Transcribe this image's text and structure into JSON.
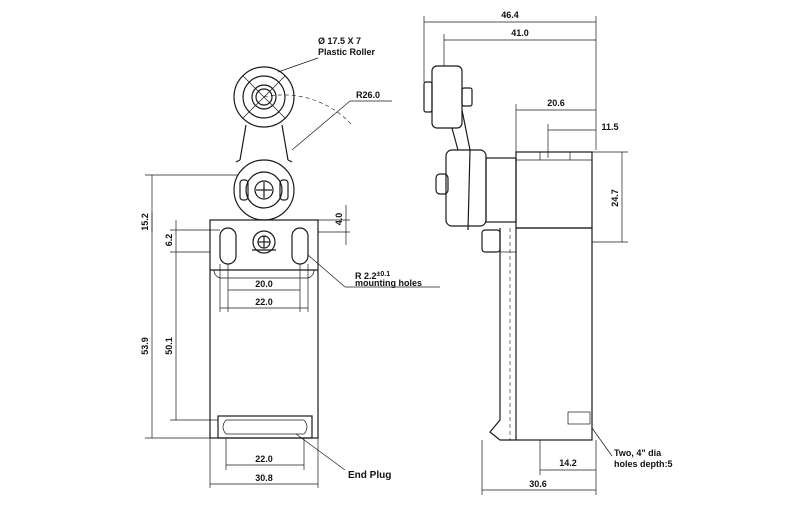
{
  "front_view": {
    "roller_label": "Ø  17.5 X 7",
    "roller_sub": "Plastic Roller",
    "arm_radius": "R26.0",
    "dim_height_upper": "15.2",
    "dim_hole_offset": "6.2",
    "dim_small": "4.0",
    "dim_holes_inner": "20.0",
    "dim_holes_outer": "22.0",
    "dim_body_height": "53.9",
    "dim_body_lower": "50.1",
    "dim_plug": "22.0",
    "dim_width": "30.8",
    "mount_holes_label": "R 2.2",
    "mount_holes_tol": "±0.1",
    "mount_holes_sub": "mounting holes",
    "end_plug_label": "End Plug"
  },
  "side_view": {
    "dim_total": "46.4",
    "dim_41": "41.0",
    "dim_206": "20.6",
    "dim_115": "11.5",
    "dim_247": "24.7",
    "dim_142": "14.2",
    "dim_306": "30.6",
    "holes_label": "Two, 4\"  dia",
    "holes_sub": "holes depth:5"
  }
}
